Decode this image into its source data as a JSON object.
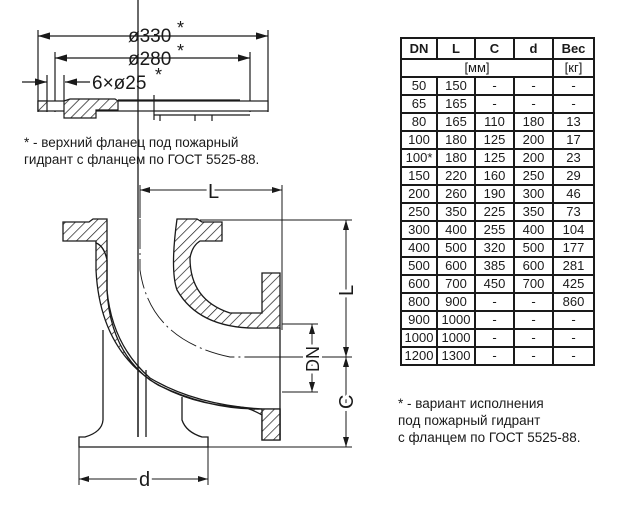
{
  "drawing": {
    "top_flange_dims": {
      "outer_diameter": "ø330",
      "bolt_circle": "ø280",
      "holes": "6×ø25",
      "asterisk": "*"
    },
    "dimension_labels": {
      "L_horizontal": "L",
      "L_vertical": "L",
      "DN": "DN",
      "C": "C",
      "d": "d"
    }
  },
  "notes": {
    "top": [
      "* - верхний фланец под пожарный",
      "гидрант с фланцем по ГОСТ 5525-88."
    ],
    "right": [
      "* - вариант исполнения",
      "под пожарный гидрант",
      "с фланцем по ГОСТ 5525-88."
    ]
  },
  "table": {
    "headers": [
      "DN",
      "L",
      "C",
      "d",
      "Вес"
    ],
    "units": {
      "dims": "[мм]",
      "weight": "[кг]"
    },
    "rows": [
      [
        "50",
        "150",
        "-",
        "-",
        "-"
      ],
      [
        "65",
        "165",
        "-",
        "-",
        "-"
      ],
      [
        "80",
        "165",
        "110",
        "180",
        "13"
      ],
      [
        "100",
        "180",
        "125",
        "200",
        "17"
      ],
      [
        "100*",
        "180",
        "125",
        "200",
        "23"
      ],
      [
        "150",
        "220",
        "160",
        "250",
        "29"
      ],
      [
        "200",
        "260",
        "190",
        "300",
        "46"
      ],
      [
        "250",
        "350",
        "225",
        "350",
        "73"
      ],
      [
        "300",
        "400",
        "255",
        "400",
        "104"
      ],
      [
        "400",
        "500",
        "320",
        "500",
        "177"
      ],
      [
        "500",
        "600",
        "385",
        "600",
        "281"
      ],
      [
        "600",
        "700",
        "450",
        "700",
        "425"
      ],
      [
        "800",
        "900",
        "-",
        "-",
        "860"
      ],
      [
        "900",
        "1000",
        "-",
        "-",
        "-"
      ],
      [
        "1000",
        "1000",
        "-",
        "-",
        "-"
      ],
      [
        "1200",
        "1300",
        "-",
        "-",
        "-"
      ]
    ]
  },
  "colors": {
    "line": "#1a1a1a",
    "background": "#ffffff"
  }
}
